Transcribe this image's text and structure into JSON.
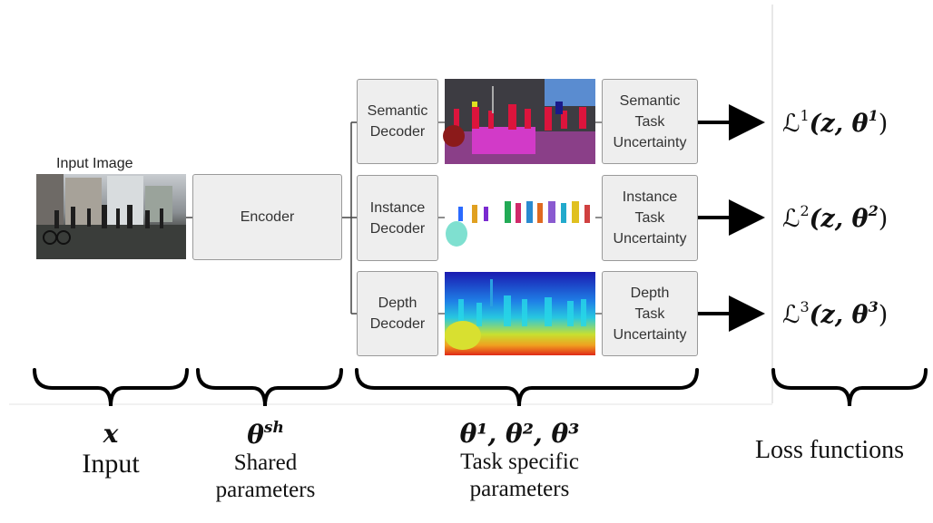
{
  "input_image_label": "Input Image",
  "encoder_label": "Encoder",
  "decoders": [
    {
      "line1": "Semantic",
      "line2": "Decoder"
    },
    {
      "line1": "Instance",
      "line2": "Decoder"
    },
    {
      "line1": "Depth",
      "line2": "Decoder"
    }
  ],
  "uncertainties": [
    {
      "line1": "Semantic",
      "line2": "Task",
      "line3": "Uncertainty"
    },
    {
      "line1": "Instance",
      "line2": "Task",
      "line3": "Uncertainty"
    },
    {
      "line1": "Depth",
      "line2": "Task",
      "line3": "Uncertainty"
    }
  ],
  "losses": [
    {
      "script": "ℒ",
      "superscript": "1",
      "args": "(z, θ",
      "param_sup": "1",
      "close": ")"
    },
    {
      "script": "ℒ",
      "superscript": "2",
      "args": "(z, θ",
      "param_sup": "2",
      "close": ")"
    },
    {
      "script": "ℒ",
      "superscript": "3",
      "args": "(z, θ",
      "param_sup": "3",
      "close": ")"
    }
  ],
  "params": {
    "input": {
      "symbol": "x",
      "caption": "Input"
    },
    "shared": {
      "symbol": "θ",
      "symbol_sup": "sh",
      "caption1": "Shared",
      "caption2": "parameters"
    },
    "task": {
      "symbol": "θ¹, θ², θ³",
      "caption1": "Task specific",
      "caption2": "parameters"
    },
    "loss": {
      "caption": "Loss functions"
    }
  },
  "colors": {
    "box_fill": "#eeeeee",
    "box_border": "#9a9a9a",
    "arrow": "#000000",
    "connector": "#444444"
  }
}
